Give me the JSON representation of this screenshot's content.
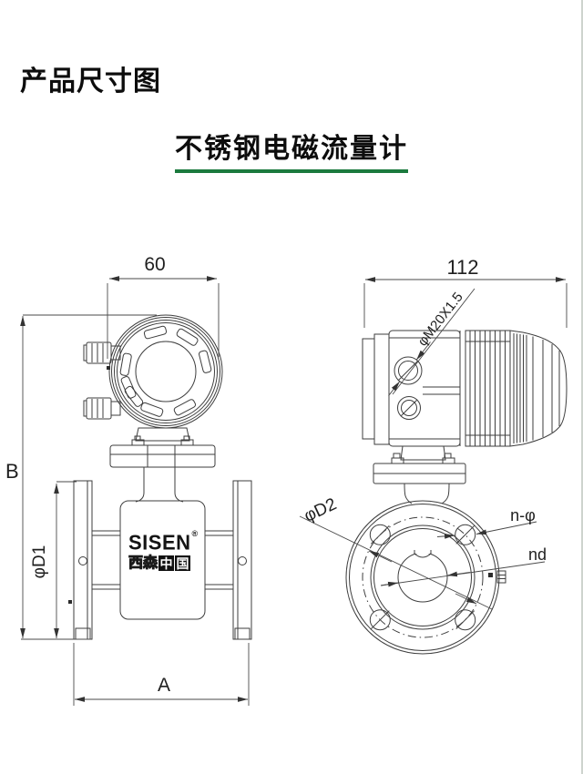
{
  "page": {
    "title": "产品尺寸图",
    "subtitle": "不锈钢电磁流量计"
  },
  "brand": {
    "logo": "SISEN",
    "reg_mark": "®",
    "logo_cn_outline": "西森",
    "logo_cn_boxed_chars": [
      "中",
      "国"
    ]
  },
  "front_view": {
    "head_width": "60",
    "height_label": "B",
    "flange_diameter_label": "φD1",
    "length_label": "A"
  },
  "side_view": {
    "head_length": "112",
    "gland_thread_label": "φM20X1.5",
    "bolt_circle_label": "φD2",
    "bolt_hole_label": "n-φ",
    "bore_label": "nd"
  },
  "colors": {
    "accent_green": "#1b7a3e",
    "line_color": "#3e3e3e"
  }
}
